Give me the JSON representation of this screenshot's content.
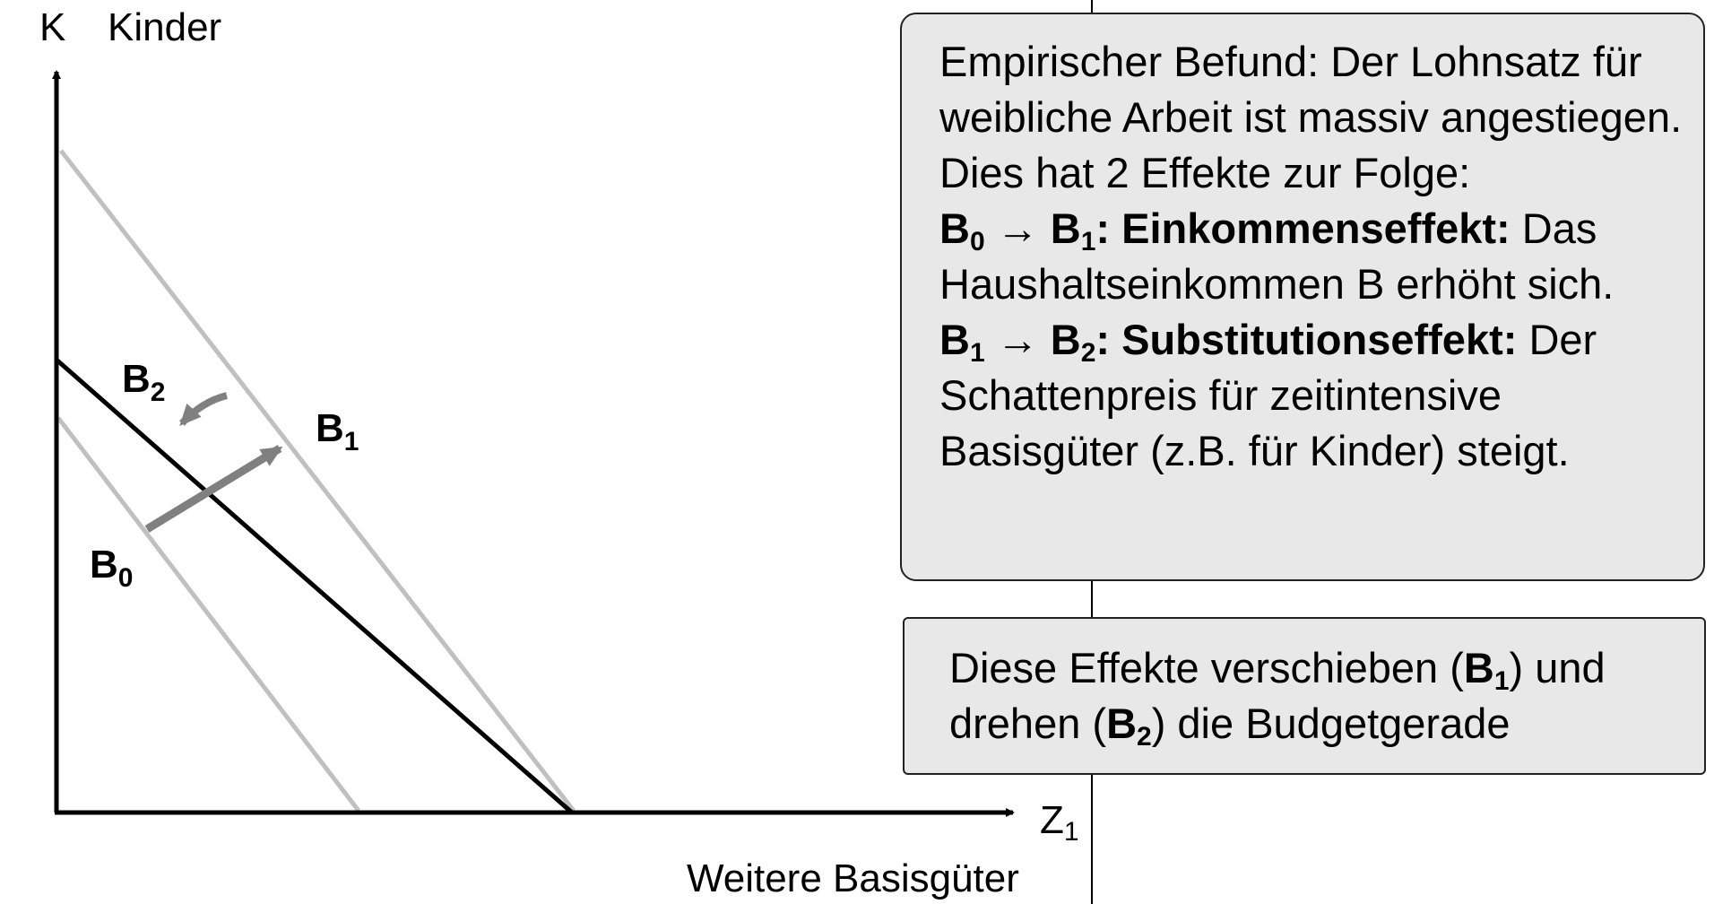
{
  "axes": {
    "y_symbol": "K",
    "y_label": "Kinder",
    "x_symbol_letter": "Z",
    "x_symbol_sub": "1",
    "x_label": "Weitere Basisgüter"
  },
  "lines": [
    {
      "id": "B0",
      "letter": "B",
      "sub": "0",
      "color": "#c0c0c0"
    },
    {
      "id": "B1",
      "letter": "B",
      "sub": "1",
      "color": "#c0c0c0"
    },
    {
      "id": "B2",
      "letter": "B",
      "sub": "2",
      "color": "#000000"
    }
  ],
  "arrow_color": "#808080",
  "info": {
    "intro": "Empirischer Befund: Der Lohnsatz für weibliche Arbeit ist massiv angestiegen. Dies hat 2 Effekte zur Folge:",
    "effect1_from": "B",
    "effect1_from_sub": "0",
    "effect1_arrow": "→",
    "effect1_to": "B",
    "effect1_to_sub": "1",
    "effect1_title": ": Einkommenseffekt:",
    "effect1_text": " Das Haushaltseinkommen B erhöht sich.",
    "effect2_from": "B",
    "effect2_from_sub": "1",
    "effect2_arrow": "→",
    "effect2_to": "B",
    "effect2_to_sub": "2",
    "effect2_title": ": Substitutionseffekt:",
    "effect2_text": " Der Schattenpreis für zeitintensive Basisgüter (z.B. für Kinder) steigt."
  },
  "summary": {
    "part1": "Diese Effekte verschieben (",
    "b1_letter": "B",
    "b1_sub": "1",
    "part2": ") und drehen (",
    "b2_letter": "B",
    "b2_sub": "2",
    "part3": ") die Budgetgerade"
  }
}
